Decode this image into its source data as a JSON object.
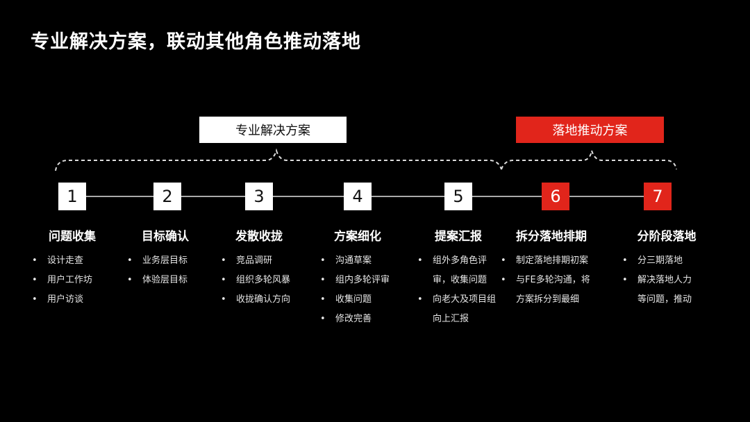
{
  "title": "专业解决方案，联动其他角色推动落地",
  "phases": [
    {
      "label": "专业解决方案",
      "color": "#ffffff"
    },
    {
      "label": "落地推动方案",
      "color": "#e1251b"
    }
  ],
  "accent_color": "#e1251b",
  "steps": [
    {
      "num": "1",
      "title": "问题收集",
      "style": "white",
      "items": [
        "设计走查",
        "用户工作坊",
        "用户访谈"
      ]
    },
    {
      "num": "2",
      "title": "目标确认",
      "style": "white",
      "items": [
        "业务层目标",
        "体验层目标"
      ]
    },
    {
      "num": "3",
      "title": "发散收拢",
      "style": "white",
      "items": [
        "竞品调研",
        "组织多轮风暴",
        "收拢确认方向"
      ]
    },
    {
      "num": "4",
      "title": "方案细化",
      "style": "white",
      "items": [
        "沟通草案",
        "组内多轮评审",
        "收集问题",
        "修改完善"
      ]
    },
    {
      "num": "5",
      "title": "提案汇报",
      "style": "white",
      "items": [
        "组外多角色评",
        "审，收集问题",
        "向老大及项目组",
        "向上汇报"
      ]
    },
    {
      "num": "6",
      "title": "拆分落地排期",
      "style": "red",
      "items": [
        "制定落地排期初案",
        "与FE多轮沟通，将",
        "方案拆分到最细"
      ]
    },
    {
      "num": "7",
      "title": "分阶段落地",
      "style": "red",
      "items": [
        "分三期落地",
        "解决落地人力",
        "等问题，推动"
      ]
    }
  ],
  "bullet_char": "•"
}
